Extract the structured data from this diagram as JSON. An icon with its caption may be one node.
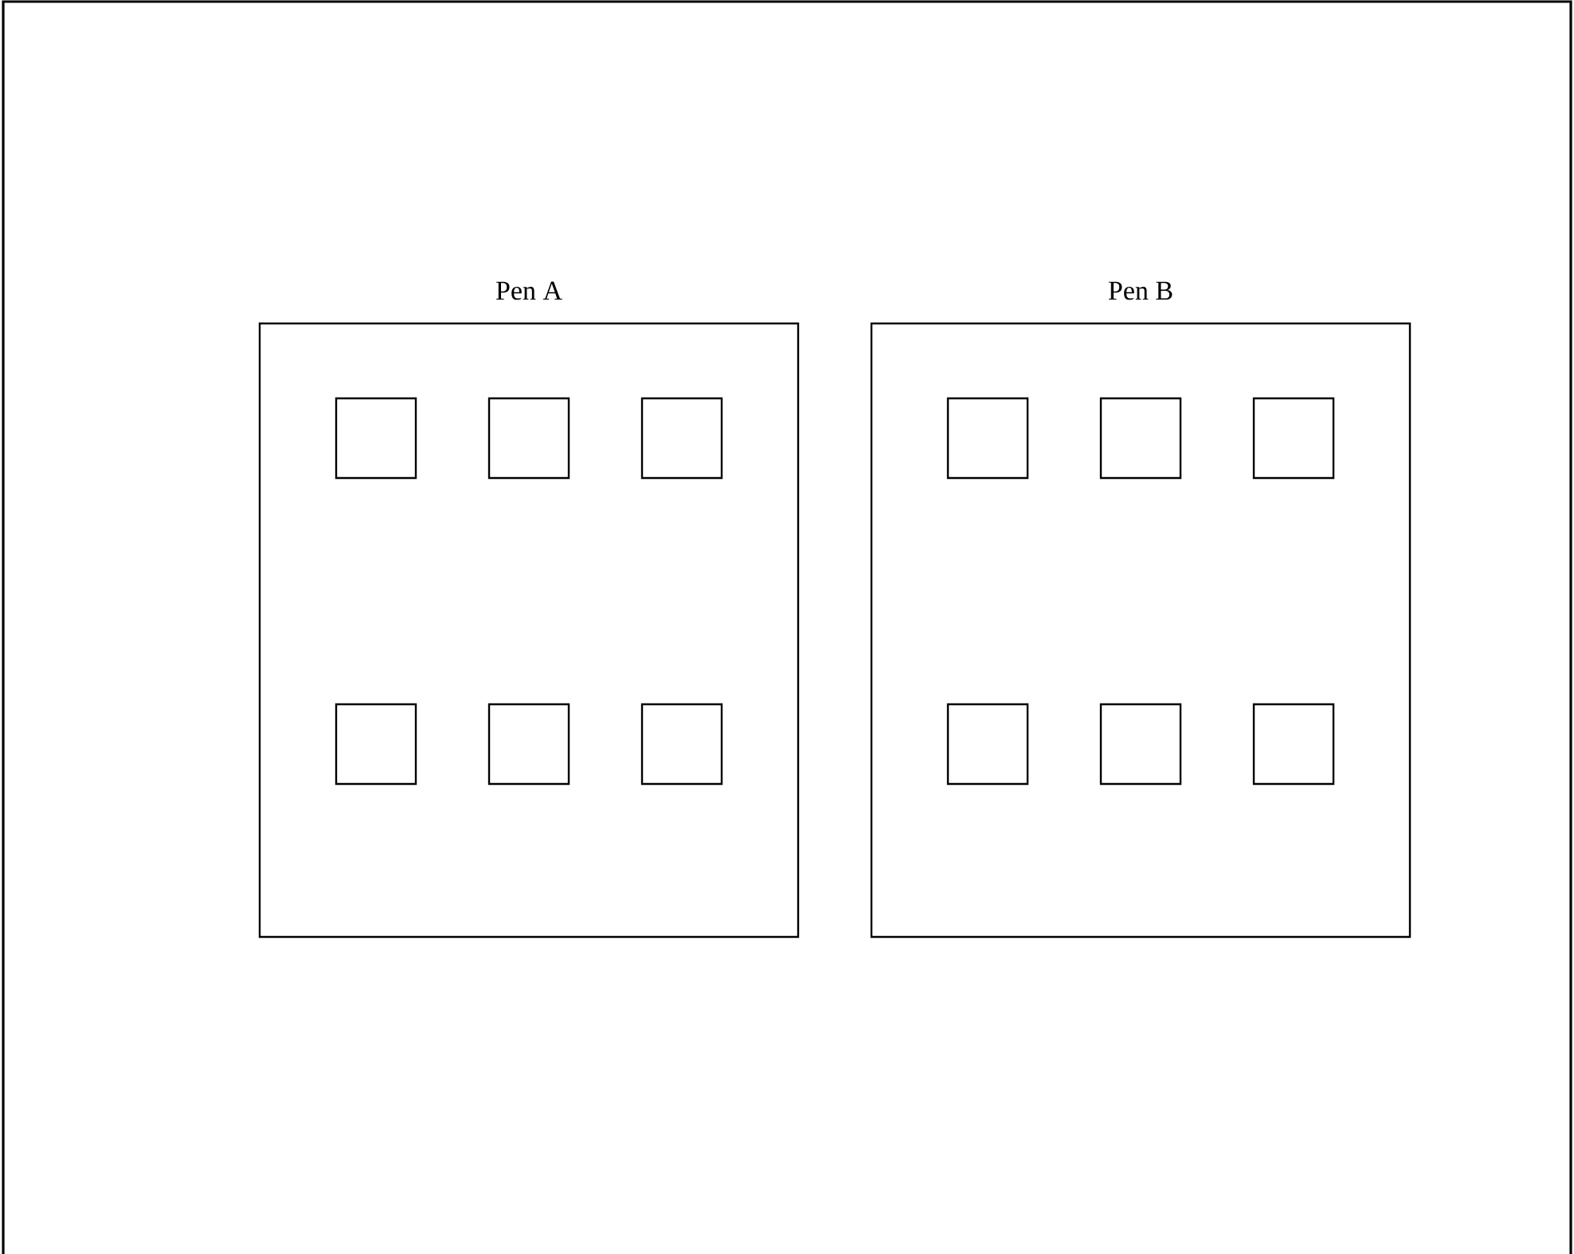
{
  "diagram": {
    "nodes": [
      {
        "text": [
          "Pen A"
        ]
      },
      {
        "text": [],
        "shape": "box",
        "in": 0
      },
      {
        "text": [],
        "shape": "box",
        "in": 0
      },
      {
        "text": [],
        "shape": "box",
        "in": 0
      },
      {
        "text": [],
        "shape": "box",
        "in": 0
      },
      {
        "text": [],
        "shape": "box",
        "in": 0
      },
      {
        "text": [],
        "shape": "box",
        "in": 0
      },
      {
        "text": [
          "Pen B"
        ]
      },
      {
        "text": [],
        "shape": "box",
        "in": 7
      },
      {
        "text": [],
        "shape": "box",
        "in": 7
      },
      {
        "text": [],
        "shape": "box",
        "in": 7
      },
      {
        "text": [],
        "shape": "box",
        "in": 7
      },
      {
        "text": [],
        "shape": "box",
        "in": 7
      },
      {
        "text": [],
        "shape": "box",
        "in": 7
      }
    ]
  }
}
